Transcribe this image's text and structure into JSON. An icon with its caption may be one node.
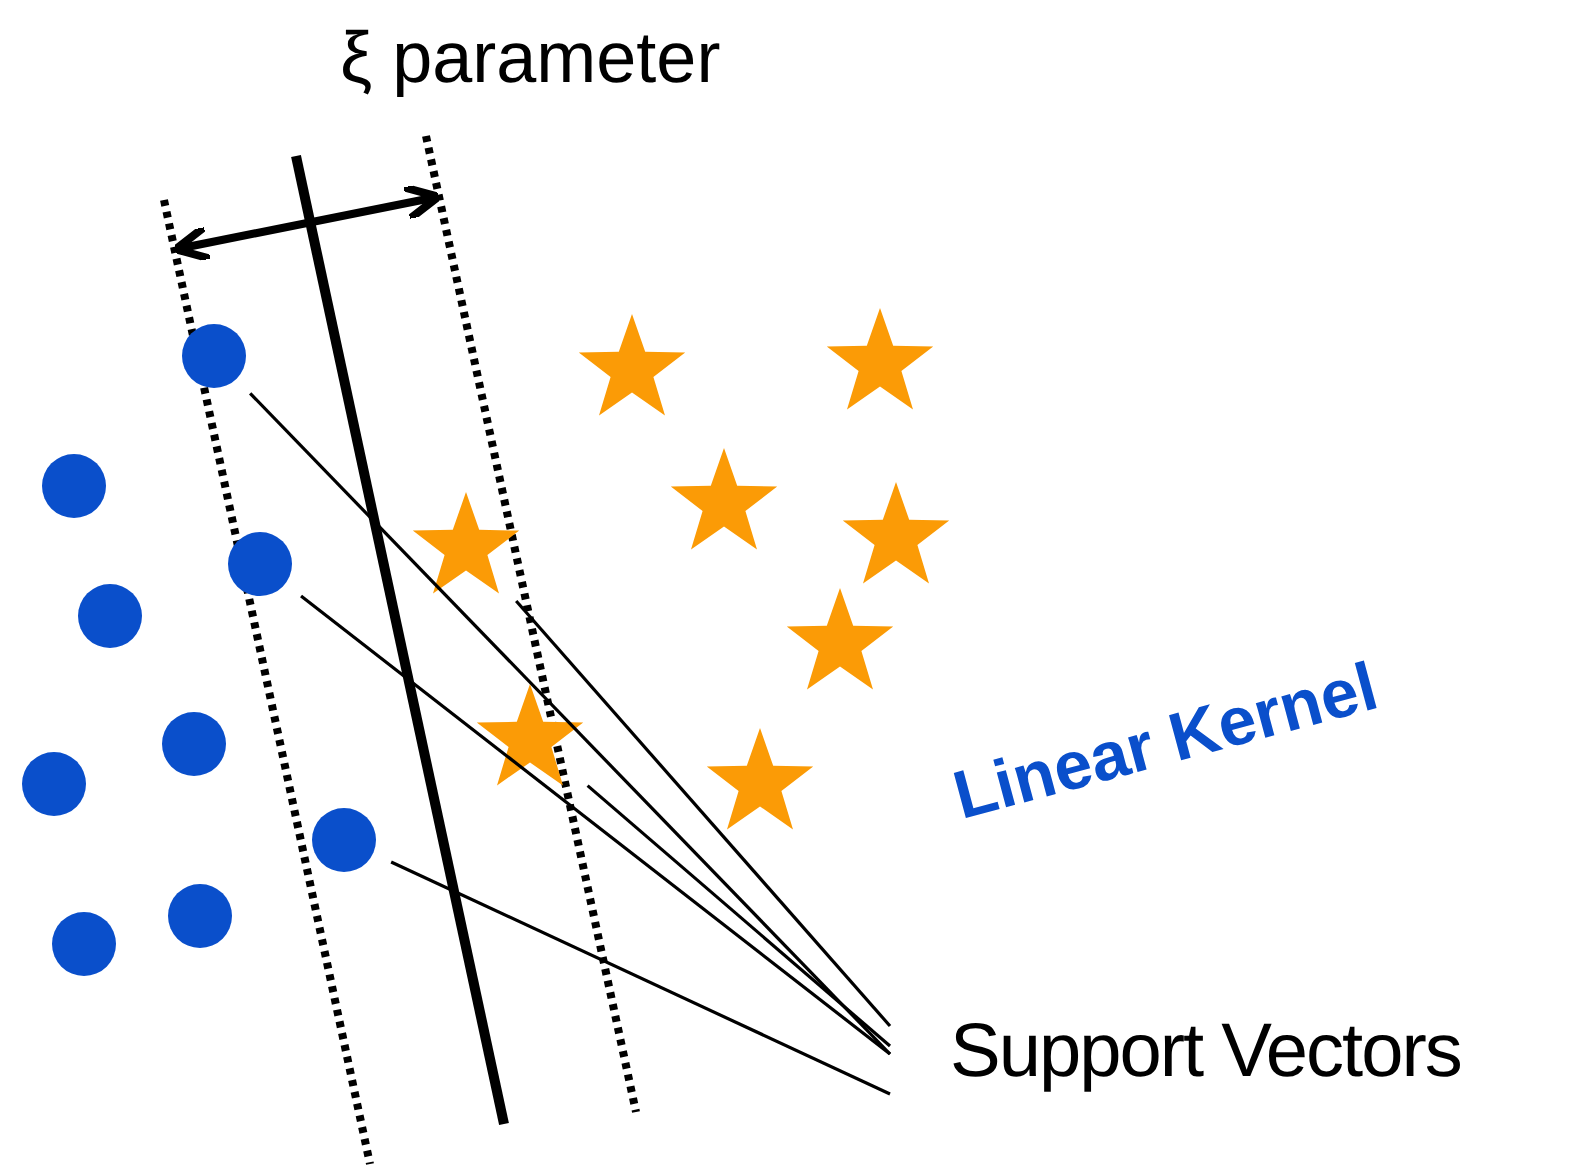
{
  "diagram": {
    "nodes": [
      {
        "text": [
          "Support Vectors"
        ]
      },
      {
        "text": [],
        "shape": "circle"
      },
      {
        "text": [],
        "shape": "star"
      },
      {
        "text": [],
        "shape": "star"
      },
      {
        "text": [],
        "shape": "circle"
      },
      {
        "text": [],
        "shape": "star"
      },
      {
        "text": [],
        "shape": "star"
      },
      {
        "text": [],
        "shape": "star"
      },
      {
        "text": [],
        "shape": "circle"
      },
      {
        "text": [],
        "shape": "circle"
      },
      {
        "text": [],
        "shape": "star"
      },
      {
        "text": [],
        "shape": "star"
      },
      {
        "text": [],
        "shape": "circle"
      },
      {
        "text": [],
        "shape": "star"
      },
      {
        "text": [],
        "shape": "circle"
      },
      {
        "text": [],
        "shape": "circle"
      },
      {
        "text": [],
        "shape": "circle"
      },
      {
        "text": [],
        "shape": "circle"
      }
    ],
    "edges": [
      {
        "from": 0,
        "to": 1,
        "arrow": "none"
      },
      {
        "from": 0,
        "to": 7,
        "arrow": "none"
      },
      {
        "from": 0,
        "to": 8,
        "arrow": "none"
      },
      {
        "from": 0,
        "to": 11,
        "arrow": "none"
      },
      {
        "from": 0,
        "to": 15,
        "arrow": "none"
      }
    ],
    "labels": [
      "ξ parameter",
      "Linear Kernel"
    ]
  }
}
